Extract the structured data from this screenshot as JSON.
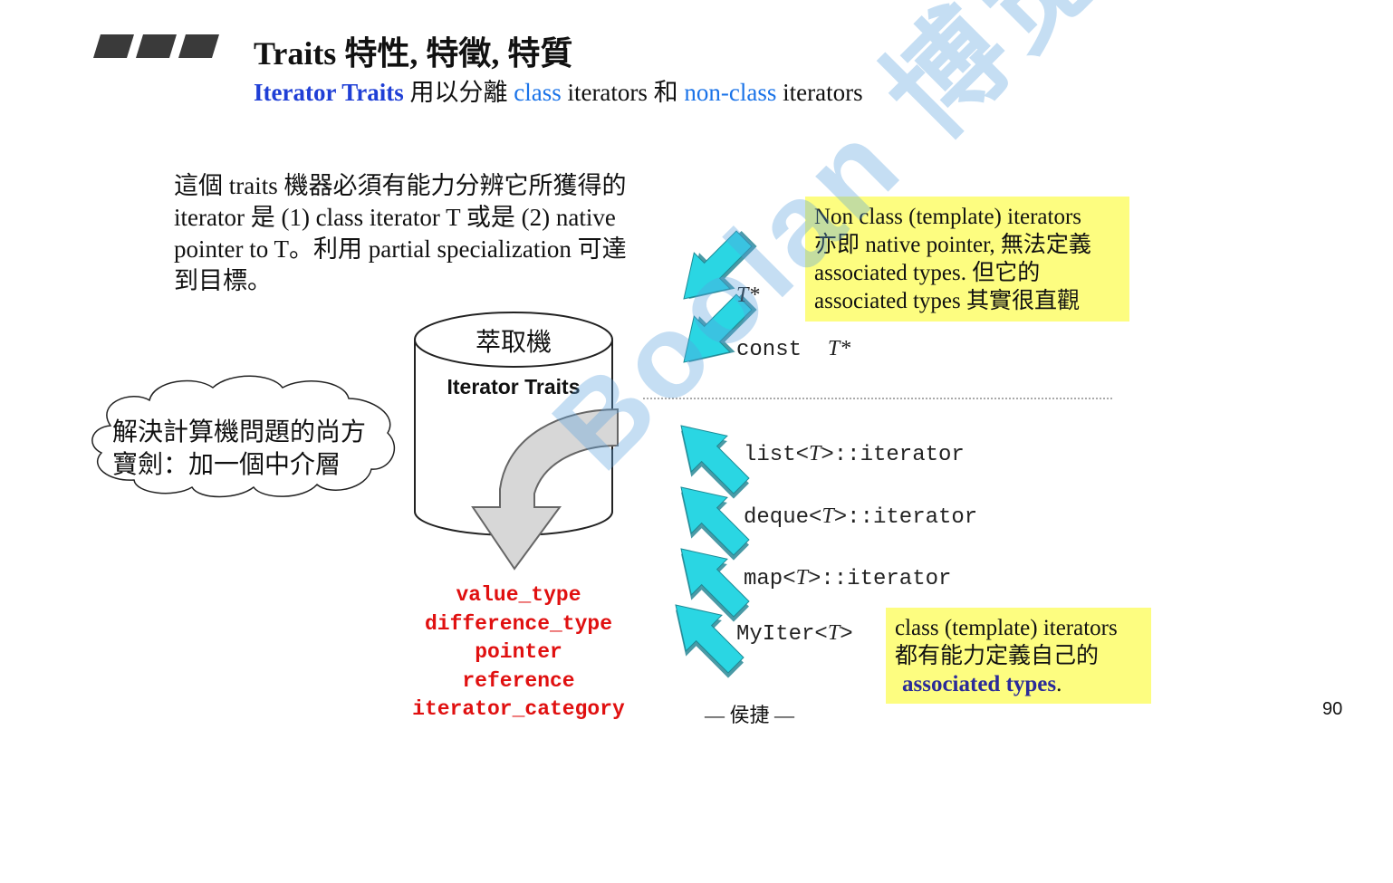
{
  "header": {
    "title": "Traits 特性, 特徵, 特質",
    "subtitle": {
      "kw": "Iterator Traits",
      "t1": " 用以分離 ",
      "class": "class",
      "t2": " iterators 和 ",
      "nonclass": "non-class",
      "t3": " iterators"
    }
  },
  "intro": "這個 traits 機器必須有能力分辨它所獲得的 iterator 是 (1) class iterator T 或是 (2) native pointer to T。利用 partial specialization 可達到目標。",
  "cloud": {
    "line1": "解決計算機問題的尚方",
    "line2": "寶劍：加一個中介層"
  },
  "cylinder": {
    "top_label": "萃取機",
    "inner_label": "Iterator Traits"
  },
  "results": [
    "value_type",
    "difference_type",
    "pointer",
    "reference",
    "iterator_category"
  ],
  "inputs": {
    "pointer_types": [
      {
        "prefix": "",
        "param": "T*",
        "suffix": ""
      },
      {
        "prefix": "const  ",
        "param": "T*",
        "suffix": ""
      }
    ],
    "class_types": [
      {
        "prefix": "list<",
        "param": "T",
        "suffix": ">::iterator"
      },
      {
        "prefix": "deque<",
        "param": "T",
        "suffix": ">::iterator"
      },
      {
        "prefix": "map<",
        "param": "T",
        "suffix": ">::iterator"
      },
      {
        "prefix": "MyIter<",
        "param": "T",
        "suffix": ">"
      }
    ]
  },
  "note_nonclass": {
    "l1": "Non class (template) iterators",
    "l2": "亦即 native pointer, 無法定義",
    "l3": "associated types. 但它的",
    "l4": "associated types 其實很直觀"
  },
  "note_class": {
    "l1": "class (template) iterators",
    "l2": "都有能力定義自己的",
    "l3": "associated types",
    "l4": "."
  },
  "footer": "— 侯捷 —",
  "page_number": "90",
  "watermark": "Boolan 博览网",
  "colors": {
    "arrow_fill": "#2ad6e3",
    "result_red": "#e01010",
    "note_yellow": "#fdfd80",
    "keyword_blue": "#1f3fd6"
  }
}
